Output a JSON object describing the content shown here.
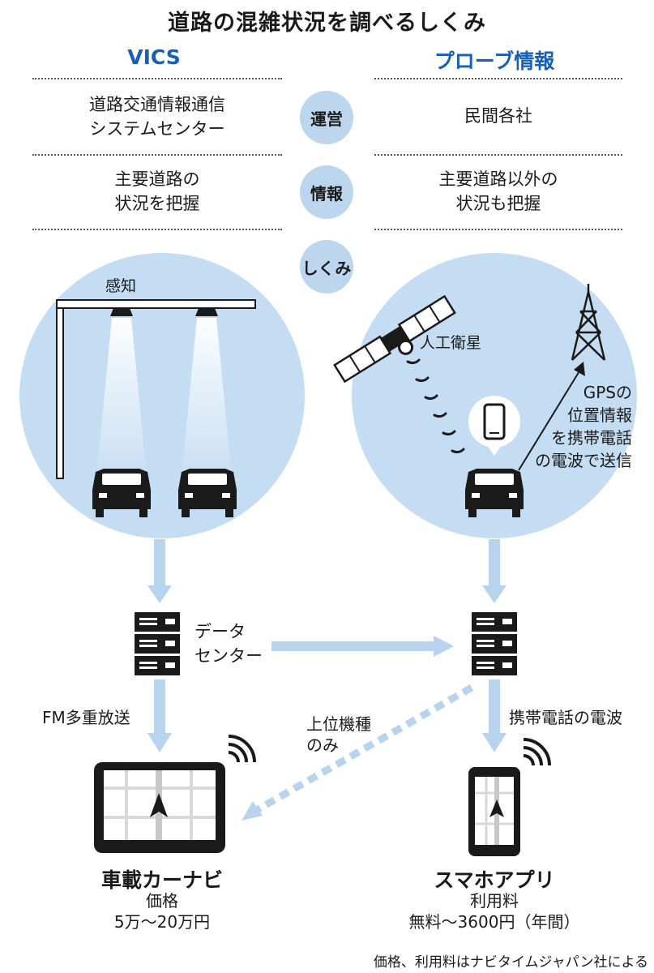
{
  "title": "道路の混雑状況を調べるしくみ",
  "columns": {
    "left": "VICS",
    "right": "プローブ情報"
  },
  "rows": [
    {
      "badge": "運営",
      "left": [
        "道路交通情報通信",
        "システムセンター"
      ],
      "right": [
        "民間各社"
      ]
    },
    {
      "badge": "情報",
      "left": [
        "主要道路の",
        "状況を把握"
      ],
      "right": [
        "主要道路以外の",
        "状況も把握"
      ]
    },
    {
      "badge": "しくみ"
    }
  ],
  "vics_scene": {
    "sensor_label": "感知"
  },
  "probe_scene": {
    "satellite_label": "人工衛星",
    "gps_note": [
      "GPSの",
      "位置情報",
      "を携帯電話",
      "の電波で送信"
    ]
  },
  "data_center_label": [
    "データ",
    "センター"
  ],
  "flows": {
    "fm": "FM多重放送",
    "high_end": [
      "上位機種",
      "のみ"
    ],
    "mobile": "携帯電話の電波"
  },
  "devices": {
    "car_navi": {
      "name": "車載カーナビ",
      "price_label": "価格",
      "price": "5万～20万円"
    },
    "smartphone": {
      "name": "スマホアプリ",
      "price_label": "利用料",
      "price": "無料～3600円（年間）"
    }
  },
  "footnote": "価格、利用料はナビタイムジャパン社による",
  "colors": {
    "accent": "#1760b5",
    "circle": "#c5ddf2",
    "arrow": "#b7d3ee"
  },
  "icons": [
    "gantry-sensor-icon",
    "car-icon",
    "satellite-icon",
    "antenna-tower-icon",
    "smartphone-icon",
    "server-icon",
    "car-navi-icon",
    "wifi-signal-icon"
  ]
}
